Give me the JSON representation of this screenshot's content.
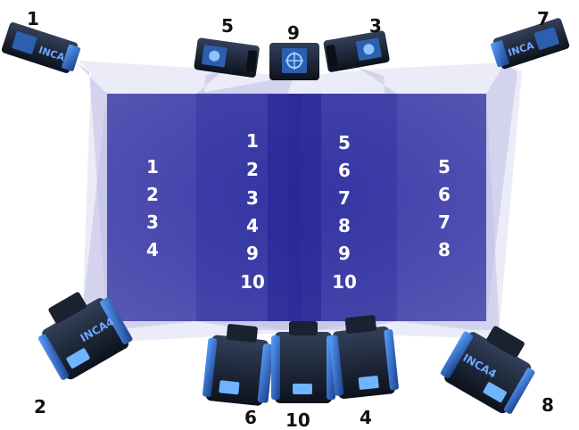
{
  "cameras": [
    {
      "id": "cam1",
      "label": "1",
      "brand": "INCA",
      "kind": "small"
    },
    {
      "id": "cam5",
      "label": "5",
      "brand": "",
      "kind": "small"
    },
    {
      "id": "cam9",
      "label": "9",
      "brand": "",
      "kind": "small"
    },
    {
      "id": "cam3",
      "label": "3",
      "brand": "",
      "kind": "small"
    },
    {
      "id": "cam7",
      "label": "7",
      "brand": "INCA",
      "kind": "small"
    },
    {
      "id": "cam2",
      "label": "2",
      "brand": "INCA4",
      "kind": "large"
    },
    {
      "id": "cam6",
      "label": "6",
      "brand": "",
      "kind": "large"
    },
    {
      "id": "cam10",
      "label": "10",
      "brand": "",
      "kind": "large"
    },
    {
      "id": "cam4",
      "label": "4",
      "brand": "",
      "kind": "large"
    },
    {
      "id": "cam8",
      "label": "8",
      "brand": "INCA4",
      "kind": "large"
    }
  ],
  "zones": [
    {
      "id": "left",
      "numbers": [
        "1",
        "2",
        "3",
        "4"
      ]
    },
    {
      "id": "center-left",
      "numbers": [
        "1",
        "2",
        "3",
        "4",
        "9",
        "10"
      ]
    },
    {
      "id": "center-right",
      "numbers": [
        "5",
        "6",
        "7",
        "8",
        "9",
        "10"
      ]
    },
    {
      "id": "right",
      "numbers": [
        "5",
        "6",
        "7",
        "8"
      ]
    }
  ],
  "colors": {
    "surface": "#4a4aa8",
    "beam": "#b8b8e0",
    "camera_body": "#1b2430",
    "camera_accent": "#3a7bd5",
    "label": "#111111",
    "zone_text": "#ffffff"
  }
}
